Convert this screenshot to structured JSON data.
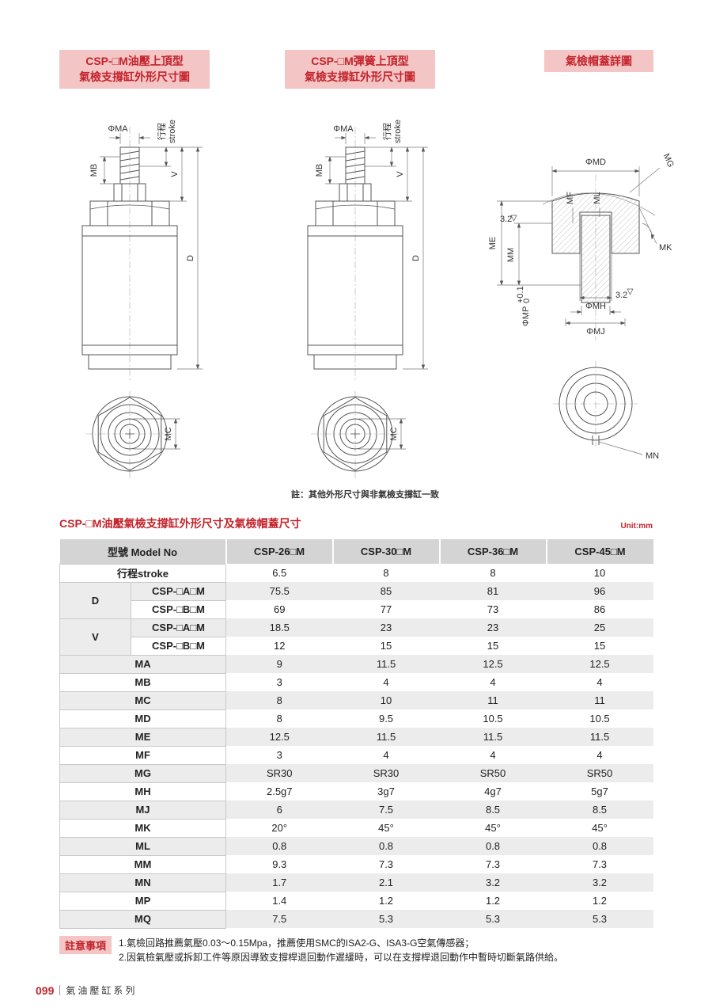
{
  "headers": {
    "left": {
      "line1": "CSP-□M油壓上頂型",
      "line2": "氣檢支撐缸外形尺寸圖"
    },
    "middle": {
      "line1": "CSP-□M彈簧上頂型",
      "line2": "氣檢支撐缸外形尺寸圖"
    },
    "right": "氣檢帽蓋詳圖"
  },
  "drawing": {
    "phi_ma": "ΦMA",
    "stroke_cn": "行程",
    "stroke_en": "stroke",
    "mb": "MB",
    "v": "V",
    "d": "D",
    "mc": "MC",
    "phi_md": "ΦMD",
    "mg": "MG",
    "mf": "MF",
    "ml": "ML",
    "me": "ME",
    "mm": "MM",
    "mk": "MK",
    "phi_mp": "ΦMP",
    "tol_plus": "+0.1",
    "tol_zero": "0",
    "phi_mh": "ΦMH",
    "phi_mj": "ΦMJ",
    "mn": "MN",
    "roughness": "3.2",
    "note": "註：其他外形尺寸與非氣檢支撐缸一致"
  },
  "table": {
    "title": "CSP-□M油壓氣檢支撐缸外形尺寸及氣檢帽蓋尺寸",
    "unit": "Unit:mm",
    "col_headers": [
      "型號 Model No",
      "CSP-26□M",
      "CSP-30□M",
      "CSP-36□M",
      "CSP-45□M"
    ],
    "rows": [
      {
        "group": "",
        "label": "行程stroke",
        "values": [
          "6.5",
          "8",
          "8",
          "10"
        ]
      },
      {
        "group": "D",
        "label": "CSP-□A□M",
        "values": [
          "75.5",
          "85",
          "81",
          "96"
        ]
      },
      {
        "group": "D",
        "label": "CSP-□B□M",
        "values": [
          "69",
          "77",
          "73",
          "86"
        ]
      },
      {
        "group": "V",
        "label": "CSP-□A□M",
        "values": [
          "18.5",
          "23",
          "23",
          "25"
        ]
      },
      {
        "group": "V",
        "label": "CSP-□B□M",
        "values": [
          "12",
          "15",
          "15",
          "15"
        ]
      },
      {
        "group": "",
        "label": "MA",
        "values": [
          "9",
          "11.5",
          "12.5",
          "12.5"
        ]
      },
      {
        "group": "",
        "label": "MB",
        "values": [
          "3",
          "4",
          "4",
          "4"
        ]
      },
      {
        "group": "",
        "label": "MC",
        "values": [
          "8",
          "10",
          "11",
          "11"
        ]
      },
      {
        "group": "",
        "label": "MD",
        "values": [
          "8",
          "9.5",
          "10.5",
          "10.5"
        ]
      },
      {
        "group": "",
        "label": "ME",
        "values": [
          "12.5",
          "11.5",
          "11.5",
          "11.5"
        ]
      },
      {
        "group": "",
        "label": "MF",
        "values": [
          "3",
          "4",
          "4",
          "4"
        ]
      },
      {
        "group": "",
        "label": "MG",
        "values": [
          "SR30",
          "SR30",
          "SR50",
          "SR50"
        ]
      },
      {
        "group": "",
        "label": "MH",
        "values": [
          "2.5g7",
          "3g7",
          "4g7",
          "5g7"
        ]
      },
      {
        "group": "",
        "label": "MJ",
        "values": [
          "6",
          "7.5",
          "8.5",
          "8.5"
        ]
      },
      {
        "group": "",
        "label": "MK",
        "values": [
          "20°",
          "45°",
          "45°",
          "45°"
        ]
      },
      {
        "group": "",
        "label": "ML",
        "values": [
          "0.8",
          "0.8",
          "0.8",
          "0.8"
        ]
      },
      {
        "group": "",
        "label": "MM",
        "values": [
          "9.3",
          "7.3",
          "7.3",
          "7.3"
        ]
      },
      {
        "group": "",
        "label": "MN",
        "values": [
          "1.7",
          "2.1",
          "3.2",
          "3.2"
        ]
      },
      {
        "group": "",
        "label": "MP",
        "values": [
          "1.4",
          "1.2",
          "1.2",
          "1.2"
        ]
      },
      {
        "group": "",
        "label": "MQ",
        "values": [
          "7.5",
          "5.3",
          "5.3",
          "5.3"
        ]
      }
    ]
  },
  "notes": {
    "label": "註意事項",
    "line1": "1.氣檢回路推薦氣壓0.03～0.15Mpa，推薦使用SMC的ISA2-G、ISA3-G空氣傳感器；",
    "line2": "2.因氣檢氣壓或拆卸工件等原因導致支撐桿退回動作遲緩時，可以在支撐桿退回動作中暫時切斷氣路供給。"
  },
  "footer": {
    "page": "099",
    "series": "氣油壓缸系列"
  }
}
